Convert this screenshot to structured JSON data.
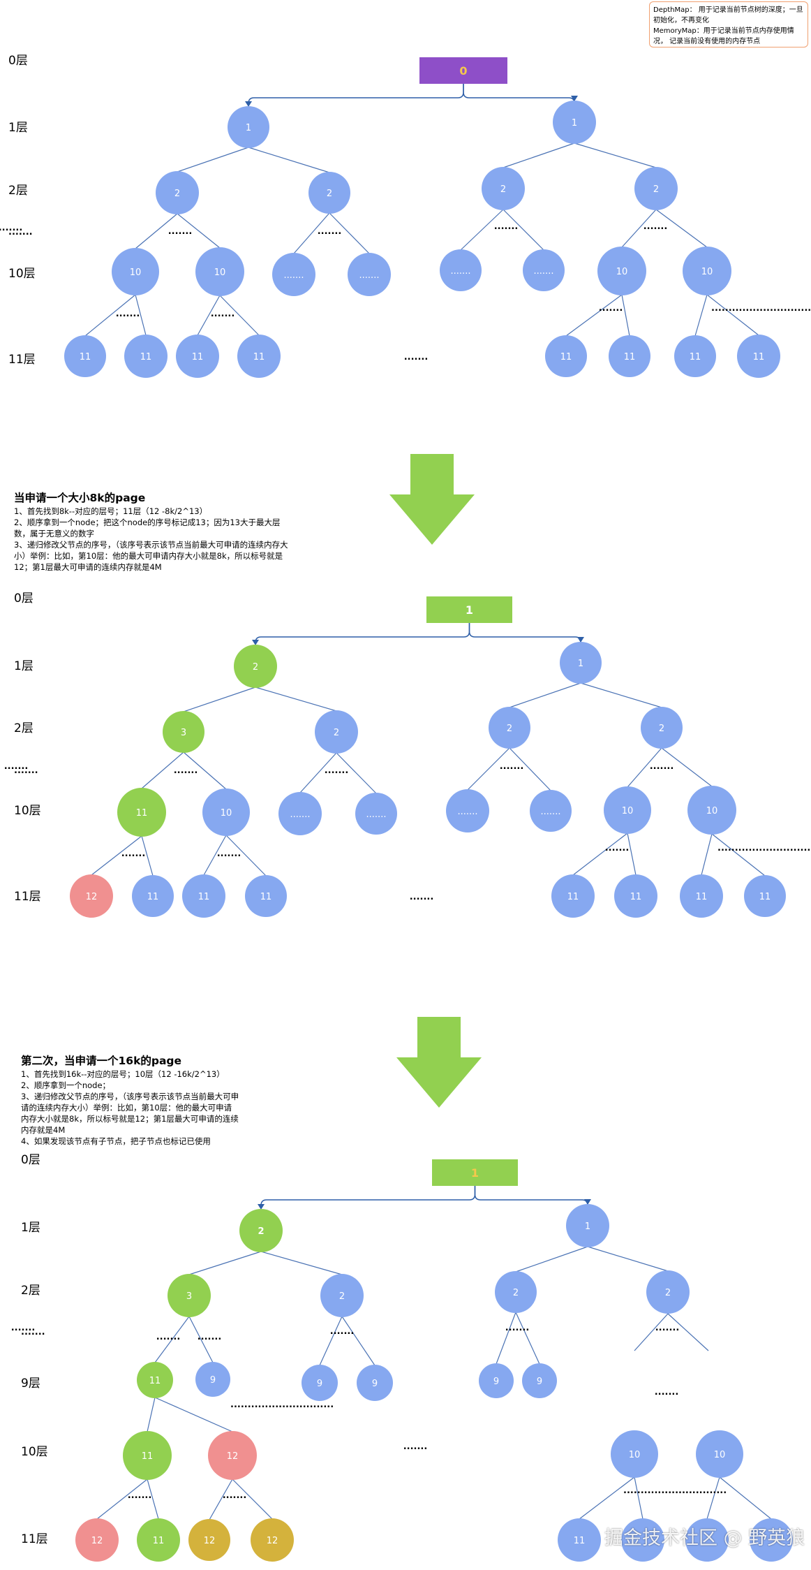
{
  "legend": {
    "depth_map": "DepthMap： 用于记录当前节点树的深度；一旦初始化，不再变化",
    "memory_map": "MemoryMap：用于记录当前节点内存使用情况， 记录当前没有使用的内存节点"
  },
  "note1": {
    "title": "当申请一个大小8k的page",
    "body": "1、首先找到8k--对应的层号；11层（12 -8k/2^13）\n2、顺序拿到一个node；把这个node的序号标记成13；因为13大于最大层数，属于无意义的数字\n3、递归修改父节点的序号，（该序号表示该节点当前最大可申请的连续内存大小）举例：比如，第10层：他的最大可申请内存大小就是8k，所以标号就是12；第1层最大可申请的连续内存就是4M"
  },
  "note2": {
    "title": "第二次，当申请一个16k的page",
    "body": "1、首先找到16k--对应的层号；10层（12 -16k/2^13）\n2、顺序拿到一个node；\n3、递归修改父节点的序号，（该序号表示该节点当前最大可申请的连续内存大小）举例：比如，第10层：他的最大可申请内存大小就是8k，所以标号就是12；第1层最大可申请的连续内存就是4M\n4、如果发现该节点有子节点，把子节点也标记已使用"
  },
  "watermark": "掘金技术社区 @ 野英狼",
  "colors": {
    "blue": "#86a8f0",
    "green": "#92d050",
    "red": "#f09090",
    "gold": "#d4b23c",
    "purple": "#8e4fc8",
    "edge": "#4a72b4",
    "connector": "#2e5fa8",
    "root_digit_gold": "#f5c84c",
    "red_text": "#ff0000"
  },
  "diagrams": [
    {
      "root": {
        "label": "0",
        "fill": "purple",
        "text": "root_digit_gold"
      },
      "levels": [
        "0层",
        "1层",
        "2层",
        ".......",
        "10层",
        "11层"
      ],
      "nodes": [
        {
          "id": "L",
          "label": "1",
          "fill": "blue"
        },
        {
          "id": "R",
          "label": "1",
          "fill": "blue"
        },
        {
          "id": "LA",
          "label": "2",
          "fill": "blue"
        },
        {
          "id": "LB",
          "label": "2",
          "fill": "blue"
        },
        {
          "id": "RA",
          "label": "2",
          "fill": "blue"
        },
        {
          "id": "RB",
          "label": "2",
          "fill": "blue"
        },
        {
          "id": "LA1",
          "label": "10",
          "fill": "blue"
        },
        {
          "id": "LA2",
          "label": "10",
          "fill": "blue"
        },
        {
          "id": "LB1",
          "label": ".......",
          "fill": "blue"
        },
        {
          "id": "LB2",
          "label": ".......",
          "fill": "blue"
        },
        {
          "id": "RA1",
          "label": ".......",
          "fill": "blue"
        },
        {
          "id": "RA2",
          "label": ".......",
          "fill": "blue"
        },
        {
          "id": "RB1",
          "label": "10",
          "fill": "blue"
        },
        {
          "id": "RB2",
          "label": "10",
          "fill": "blue"
        },
        {
          "id": "a1",
          "label": "11",
          "fill": "blue"
        },
        {
          "id": "a2",
          "label": "11",
          "fill": "blue"
        },
        {
          "id": "a3",
          "label": "11",
          "fill": "blue"
        },
        {
          "id": "a4",
          "label": "11",
          "fill": "blue"
        },
        {
          "id": "b1",
          "label": "11",
          "fill": "blue"
        },
        {
          "id": "b2",
          "label": "11",
          "fill": "blue"
        },
        {
          "id": "b3",
          "label": "11",
          "fill": "blue"
        },
        {
          "id": "b4",
          "label": "11",
          "fill": "blue"
        }
      ],
      "edges": [
        [
          "LA",
          "L"
        ],
        [
          "LB",
          "L"
        ],
        [
          "RA",
          "R"
        ],
        [
          "RB",
          "R"
        ],
        [
          "LA1",
          "LA"
        ],
        [
          "LA2",
          "LA"
        ],
        [
          "LB1",
          "LB"
        ],
        [
          "LB2",
          "LB"
        ],
        [
          "RA1",
          "RA"
        ],
        [
          "RA2",
          "RA"
        ],
        [
          "RB1",
          "RB"
        ],
        [
          "RB2",
          "RB"
        ],
        [
          "a1",
          "LA1"
        ],
        [
          "a2",
          "LA1"
        ],
        [
          "a3",
          "LA2"
        ],
        [
          "a4",
          "LA2"
        ],
        [
          "b1",
          "RB1"
        ],
        [
          "b2",
          "RB1"
        ],
        [
          "b3",
          "RB2"
        ],
        [
          "b4",
          "RB2"
        ]
      ],
      "dots": [
        ".......",
        ".......",
        ".......",
        ".......",
        ".......",
        ".......",
        ".......",
        ".......",
        "..............................",
        "......."
      ]
    },
    {
      "root": {
        "label": "1",
        "fill": "green",
        "text": "white"
      },
      "levels": [
        "0层",
        "1层",
        "2层",
        ".......",
        "10层",
        "11层"
      ],
      "nodes": [
        {
          "id": "L",
          "label": "2",
          "fill": "green"
        },
        {
          "id": "R",
          "label": "1",
          "fill": "blue"
        },
        {
          "id": "LA",
          "label": "3",
          "fill": "green"
        },
        {
          "id": "LB",
          "label": "2",
          "fill": "blue"
        },
        {
          "id": "RA",
          "label": "2",
          "fill": "blue"
        },
        {
          "id": "RB",
          "label": "2",
          "fill": "blue"
        },
        {
          "id": "LA1",
          "label": "11",
          "fill": "green"
        },
        {
          "id": "LA2",
          "label": "10",
          "fill": "blue"
        },
        {
          "id": "LB1",
          "label": ".......",
          "fill": "blue"
        },
        {
          "id": "LB2",
          "label": ".......",
          "fill": "blue"
        },
        {
          "id": "RA1",
          "label": ".......",
          "fill": "blue"
        },
        {
          "id": "RA2",
          "label": ".......",
          "fill": "blue"
        },
        {
          "id": "RB1",
          "label": "10",
          "fill": "blue"
        },
        {
          "id": "RB2",
          "label": "10",
          "fill": "blue"
        },
        {
          "id": "a1",
          "label": "12",
          "fill": "red",
          "text": "red_text"
        },
        {
          "id": "a2",
          "label": "11",
          "fill": "blue"
        },
        {
          "id": "a3",
          "label": "11",
          "fill": "blue"
        },
        {
          "id": "a4",
          "label": "11",
          "fill": "blue"
        },
        {
          "id": "b1",
          "label": "11",
          "fill": "blue"
        },
        {
          "id": "b2",
          "label": "11",
          "fill": "blue"
        },
        {
          "id": "b3",
          "label": "11",
          "fill": "blue"
        },
        {
          "id": "b4",
          "label": "11",
          "fill": "blue"
        }
      ],
      "edges": [
        [
          "LA",
          "L"
        ],
        [
          "LB",
          "L"
        ],
        [
          "RA",
          "R"
        ],
        [
          "RB",
          "R"
        ],
        [
          "LA1",
          "LA"
        ],
        [
          "LA2",
          "LA"
        ],
        [
          "LB1",
          "LB"
        ],
        [
          "LB2",
          "LB"
        ],
        [
          "RA1",
          "RA"
        ],
        [
          "RA2",
          "RA"
        ],
        [
          "RB1",
          "RB"
        ],
        [
          "RB2",
          "RB"
        ],
        [
          "a1",
          "LA1"
        ],
        [
          "a2",
          "LA1"
        ],
        [
          "a3",
          "LA2"
        ],
        [
          "a4",
          "LA2"
        ],
        [
          "b1",
          "RB1"
        ],
        [
          "b2",
          "RB1"
        ],
        [
          "b3",
          "RB2"
        ],
        [
          "b4",
          "RB2"
        ]
      ],
      "dots": [
        ".......",
        ".......",
        ".......",
        ".......",
        ".......",
        ".......",
        ".......",
        ".......",
        "..............................",
        "......."
      ]
    },
    {
      "root": {
        "label": "1",
        "fill": "green",
        "text": "root_digit_gold"
      },
      "levels": [
        "0层",
        "1层",
        "2层",
        ".......",
        "9层",
        "10层",
        "11层"
      ],
      "nodes": [
        {
          "id": "L",
          "label": "2",
          "fill": "green",
          "bold": true
        },
        {
          "id": "R",
          "label": "1",
          "fill": "blue"
        },
        {
          "id": "LA",
          "label": "3",
          "fill": "green"
        },
        {
          "id": "LB",
          "label": "2",
          "fill": "blue"
        },
        {
          "id": "RA",
          "label": "2",
          "fill": "blue"
        },
        {
          "id": "RB",
          "label": "2",
          "fill": "blue"
        },
        {
          "id": "n9a",
          "label": "11",
          "fill": "green"
        },
        {
          "id": "n9b",
          "label": "9",
          "fill": "blue"
        },
        {
          "id": "n9c",
          "label": "9",
          "fill": "blue"
        },
        {
          "id": "n9d",
          "label": "9",
          "fill": "blue"
        },
        {
          "id": "n9e",
          "label": "9",
          "fill": "blue"
        },
        {
          "id": "n9f",
          "label": "9",
          "fill": "blue"
        },
        {
          "id": "t1",
          "label": "11",
          "fill": "green"
        },
        {
          "id": "t2",
          "label": "12",
          "fill": "red"
        },
        {
          "id": "t3",
          "label": "10",
          "fill": "blue"
        },
        {
          "id": "t4",
          "label": "10",
          "fill": "blue"
        },
        {
          "id": "e1",
          "label": "12",
          "fill": "red"
        },
        {
          "id": "e2",
          "label": "11",
          "fill": "green"
        },
        {
          "id": "e3",
          "label": "12",
          "fill": "gold"
        },
        {
          "id": "e4",
          "label": "12",
          "fill": "gold"
        },
        {
          "id": "e5",
          "label": "11",
          "fill": "blue"
        },
        {
          "id": "e6",
          "label": "",
          "fill": "blue"
        },
        {
          "id": "e7",
          "label": "",
          "fill": "blue"
        },
        {
          "id": "e8",
          "label": "",
          "fill": "blue"
        }
      ],
      "edges": [
        [
          "LA",
          "L"
        ],
        [
          "LB",
          "L"
        ],
        [
          "RA",
          "R"
        ],
        [
          "RB",
          "R"
        ],
        [
          "n9a",
          "LA"
        ],
        [
          "n9b",
          "LA"
        ],
        [
          "n9c",
          "LB"
        ],
        [
          "n9d",
          "LB"
        ],
        [
          "n9e",
          "RA"
        ],
        [
          "n9f",
          "RA"
        ],
        [
          "t1",
          "n9a"
        ],
        [
          "t2",
          "n9a"
        ],
        [
          "e1",
          "t1"
        ],
        [
          "e2",
          "t1"
        ],
        [
          "e3",
          "t2"
        ],
        [
          "e4",
          "t2"
        ],
        [
          "e5",
          "t3"
        ],
        [
          "e6",
          "t3"
        ],
        [
          "e7",
          "t4"
        ],
        [
          "e8",
          "t4"
        ]
      ],
      "dots": [
        ".......",
        ".......",
        ".......",
        ".......",
        ".......",
        ".......",
        "..............................",
        ".......",
        ".......",
        ".......",
        ".......",
        ".............................."
      ]
    }
  ]
}
